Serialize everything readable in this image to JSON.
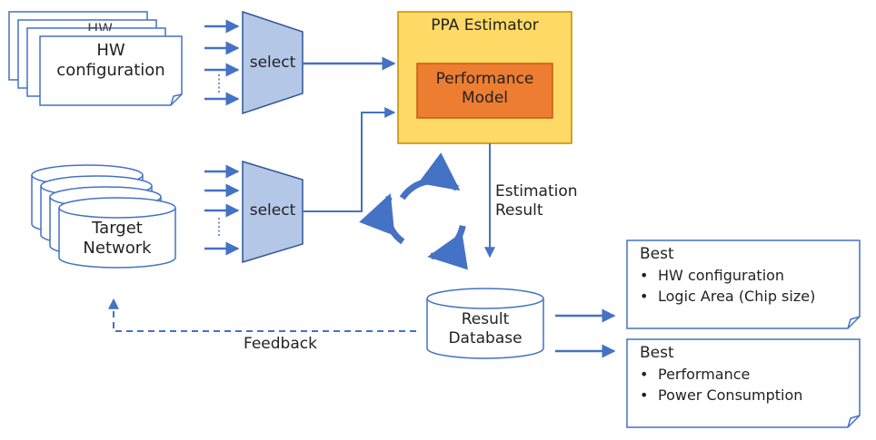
{
  "hw_stack": {
    "label": "HW\nconfiguration",
    "partial_label": "HW"
  },
  "network_stack": {
    "label": "Target\nNetwork"
  },
  "select_hw": {
    "label": "select"
  },
  "select_net": {
    "label": "select"
  },
  "ppa": {
    "title": "PPA Estimator",
    "model": "Performance\nModel"
  },
  "estimation": {
    "label": "Estimation\nResult"
  },
  "db": {
    "label": "Result\nDatabase"
  },
  "feedback": {
    "label": "Feedback"
  },
  "output_top": {
    "title": "Best",
    "items": [
      "HW configuration",
      "Logic Area (Chip size)"
    ]
  },
  "output_bottom": {
    "title": "Best",
    "items": [
      "Performance",
      "Power Consumption"
    ]
  },
  "colors": {
    "accent_blue": "#4472c4",
    "mux_fill": "#b4c7e7",
    "ppa_fill": "#ffd966",
    "ppa_border": "#bf9000",
    "model_fill": "#ed7d31",
    "model_border": "#c55a11"
  }
}
